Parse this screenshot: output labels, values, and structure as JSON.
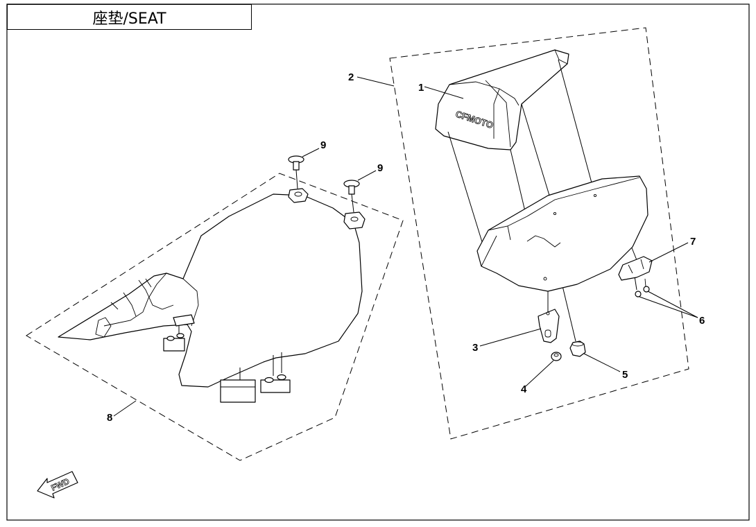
{
  "title": "座垫/SEAT",
  "logo_text": "CFMOTO",
  "fwd_label": "FWD",
  "callouts": {
    "c1": "1",
    "c2": "2",
    "c3": "3",
    "c4": "4",
    "c5": "5",
    "c6": "6",
    "c7": "7",
    "c8": "8",
    "c9a": "9",
    "c9b": "9"
  }
}
